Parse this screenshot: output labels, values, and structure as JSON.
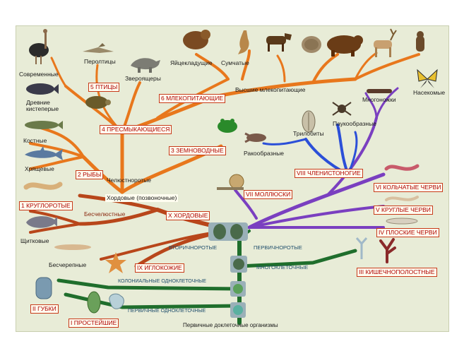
{
  "groups": {
    "modern": "Современные",
    "pterosaurs": "Перолтицы",
    "dinosaurs": "Звероящеры",
    "oviparous": "Яйцекладущие",
    "marsupials": "Сумчатые",
    "higher_mammals": "Высшие млекопитающие",
    "ancient_fish": "Древние\nкистеперые",
    "bony": "Костные",
    "cartilaginous": "Хрящевые",
    "shelled": "Щитковые",
    "insects": "Насекомые",
    "myriapods": "Многоножки",
    "arachnids": "Паукообразные",
    "trilobites": "Трилобиты",
    "crustaceans": "Ракообразные",
    "jawed": "Челюстноротые",
    "chordata_vertebrates": "Хордовые (позвоночные)",
    "jawless": "Бесчелюстные",
    "skullless": "Бесчерепные",
    "deuterostomes": "ВТОРИЧНОРОТЫЕ",
    "protostomes": "ПЕРВИЧНОРОТЫЕ",
    "multicellular": "МНОГОКЛЕТОЧНЫЕ",
    "colonial": "КОЛОНИАЛЬНЫЕ ОДНОКЛЕТОЧНЫЕ",
    "primary_unicellular": "ПЕРВИЧНЫЕ ОДНОКЛЕТОЧНЫЕ",
    "precellular": "Первичные доклеточные организмы"
  },
  "phyla": {
    "birds": "5 ПТИЦЫ",
    "mammals": "6 МЛЕКОПИТАЮЩИЕ",
    "reptiles": "4 ПРЕСМЫКАЮЩИЕСЯ",
    "amphibians": "3 ЗЕМНОВОДНЫЕ",
    "fish": "2 РЫБЫ",
    "roundmouths": "1 КРУГЛОРОТЫЕ",
    "chordates": "X ХОРДОВЫЕ",
    "echinoderms": "IX ИГЛОКОЖИЕ",
    "sponges": "II ГУБКИ",
    "protozoa": "I ПРОСТЕЙШИЕ",
    "arthropods": "VIII ЧЛЕНИСТОНОГИЕ",
    "mollusks": "VII МОЛЛЮСКИ",
    "annelids": "VI КОЛЬЧАТЫЕ ЧЕРВИ",
    "roundworms": "V КРУГЛЫЕ ЧЕРВИ",
    "flatworms": "IV ПЛОСКИЕ ЧЕРВИ",
    "coelenterates": "III КИШЕЧНОПОЛОСТНЫЕ"
  },
  "colors": {
    "vertebrate_branch": "#e8771c",
    "chordate_branch": "#b8461a",
    "arthropod_branch": "#2b4fd8",
    "worm_branch": "#7a3fc0",
    "trunk": "#1f6e2c",
    "background": "#e8ecd7",
    "label_red": "#b00000"
  },
  "icons": [
    "ostrich-icon",
    "pterosaur-icon",
    "dinosaur-icon",
    "beaver-icon",
    "kangaroo-icon",
    "dog-icon",
    "hedgehog-icon",
    "bear-icon",
    "deer-icon",
    "monkey-icon",
    "coelacanth-icon",
    "pike-icon",
    "shark-icon",
    "lamprey-icon",
    "armored-fish-icon",
    "turtle-icon",
    "frog-icon",
    "crayfish-icon",
    "butterfly-icon",
    "millipede-icon",
    "spider-icon",
    "trilobite-icon",
    "snail-icon",
    "earthworm-icon",
    "roundworm-icon",
    "flatworm-icon",
    "lancelet-icon",
    "starfish-icon",
    "sponge-icon",
    "coral-icon",
    "colony-icon",
    "amoeba-icon",
    "polyp-icon"
  ]
}
